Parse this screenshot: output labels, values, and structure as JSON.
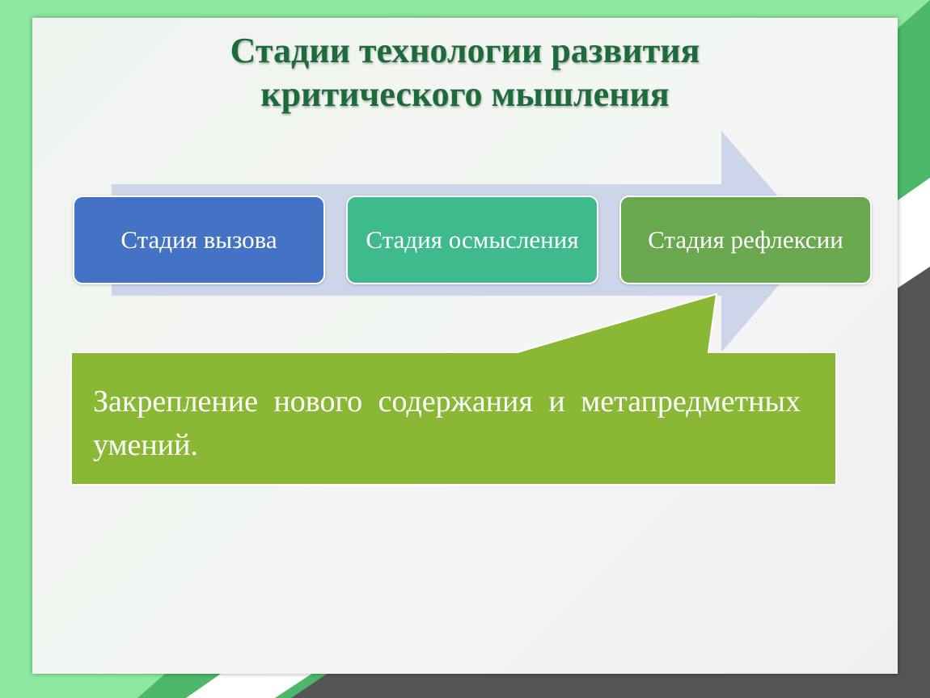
{
  "title": {
    "line1": "Стадии технологии развития",
    "line2": "критического мышления"
  },
  "stages": [
    {
      "label": "Стадия вызова",
      "color": "#4472c4"
    },
    {
      "label": "Стадия осмысления",
      "color": "#3fba8c"
    },
    {
      "label": "Стадия рефлексии",
      "color": "#6aa84f"
    }
  ],
  "callout": {
    "text": "Закрепление нового содержания и метапредметных умений.",
    "color": "#8ab834"
  },
  "colors": {
    "title": "#1d6b3a",
    "arrow": "#cdd5ea",
    "accent_green": "#4db86a",
    "dark_corner": "#555555"
  }
}
